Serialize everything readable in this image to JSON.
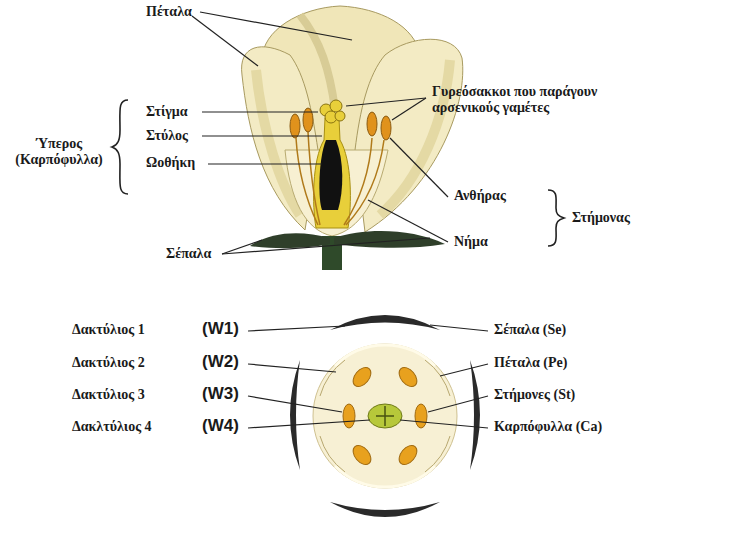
{
  "diagram": {
    "labels": [
      "Πέταλα",
      "Στίγμα",
      "Στύλος",
      "Ωοθήκη",
      "Ύπερος (Καρπόφυλλα)",
      "Σέπαλα",
      "Γυρεόσακκοι που παράγουν αρσενικούς γαμέτες",
      "Ανθήρας",
      "Νήμα",
      "Στήμονας",
      "Δακτύλιος 1",
      "(W1)",
      "Δακτύλιος 2",
      "(W2)",
      "Δακτύλιος 3",
      "(W3)",
      "Δακλτύλιος 4",
      "(W4)",
      "Σέπαλα (Se)",
      "Πέταλα (Pe)",
      "Στήμονες (St)",
      "Καρπόφυλλα (Ca)"
    ]
  }
}
